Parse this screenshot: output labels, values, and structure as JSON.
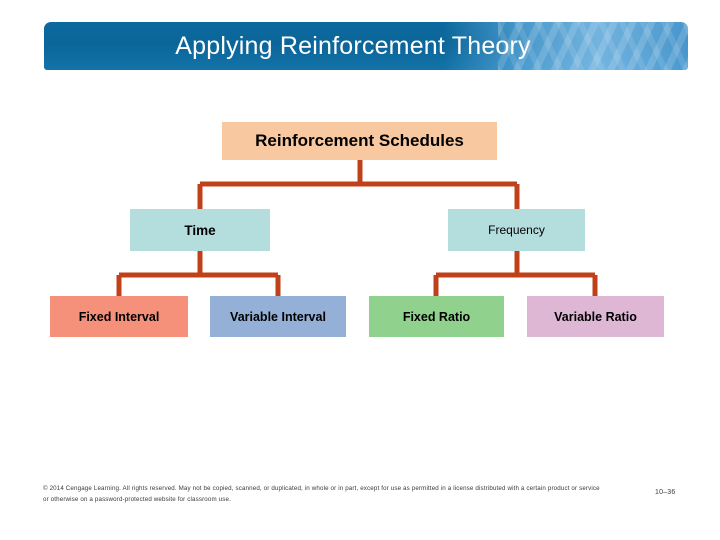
{
  "slide": {
    "title": "Applying Reinforcement Theory"
  },
  "diagram": {
    "root": {
      "label": "Reinforcement Schedules",
      "color": "#f8c9a1"
    },
    "level2": [
      {
        "label": "Time",
        "color": "#b4dddd"
      },
      {
        "label": "Frequency",
        "color": "#b4dddd"
      }
    ],
    "level3": [
      {
        "label": "Fixed Interval",
        "color": "#f5907a"
      },
      {
        "label": "Variable Interval",
        "color": "#95b0d6"
      },
      {
        "label": "Fixed Ratio",
        "color": "#90d28d"
      },
      {
        "label": "Variable Ratio",
        "color": "#deb7d5"
      }
    ],
    "connector_color": "#c0401a"
  },
  "footer": {
    "copyright": "© 2014 Cengage Learning. All rights reserved. May not be copied, scanned, or duplicated, in whole or in part, except for use as permitted in a license distributed with a certain product or service or otherwise on a password-protected website for classroom use.",
    "page_number": "10–36"
  },
  "colors": {
    "banner_blue": "#0b6599",
    "banner_text": "#ffffff",
    "connector": "#c0401a",
    "footer_text": "#3a3a3a"
  }
}
